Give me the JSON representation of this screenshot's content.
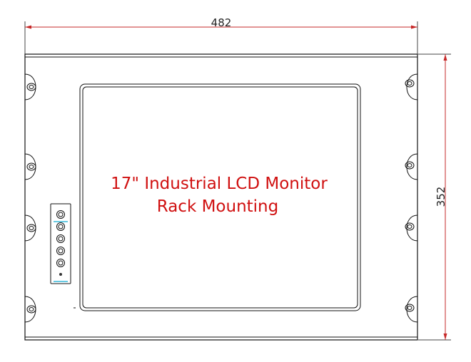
{
  "drawing": {
    "width_dimension": "482",
    "height_dimension": "352",
    "caption_line1": "17\" Industrial LCD Monitor",
    "caption_line2": "Rack Mounting"
  },
  "colors": {
    "line": "#111111",
    "dimension_line": "#c62828",
    "caption": "#d01010"
  },
  "button_count": 5
}
